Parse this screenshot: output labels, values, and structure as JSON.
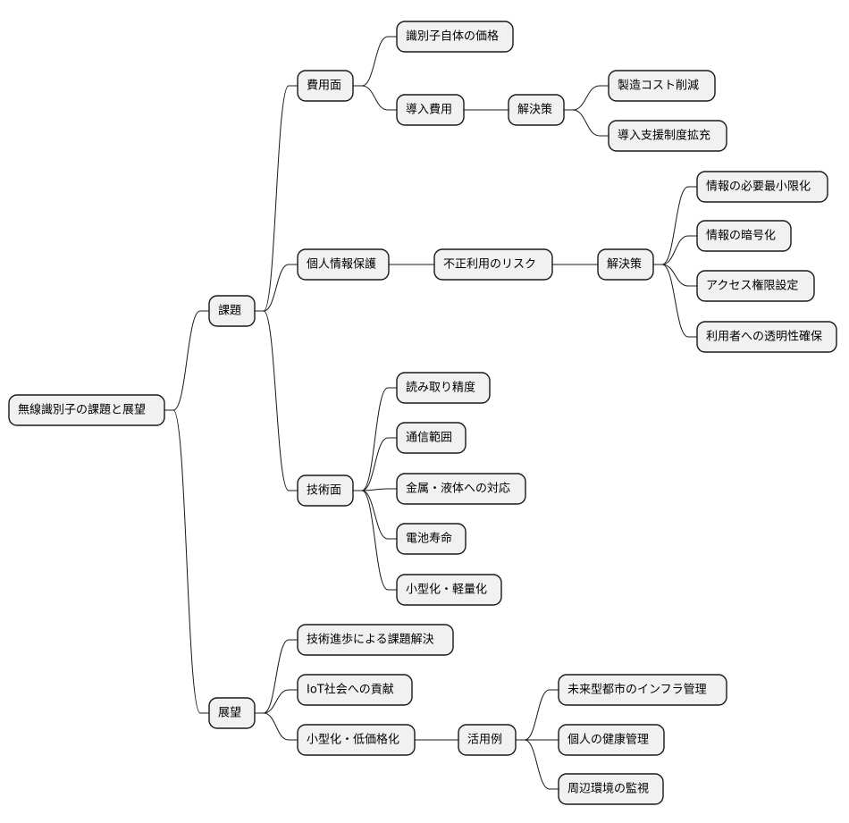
{
  "diagram": {
    "type": "mindmap",
    "root": {
      "id": "root",
      "label": "無線識別子の課題と展望",
      "children": [
        {
          "id": "issues",
          "label": "課題",
          "children": [
            {
              "id": "cost",
              "label": "費用面",
              "children": [
                {
                  "id": "cost-tag-price",
                  "label": "識別子自体の価格"
                },
                {
                  "id": "cost-intro",
                  "label": "導入費用",
                  "children": [
                    {
                      "id": "cost-solution",
                      "label": "解決策",
                      "children": [
                        {
                          "id": "cost-sol-1",
                          "label": "製造コスト削減"
                        },
                        {
                          "id": "cost-sol-2",
                          "label": "導入支援制度拡充"
                        }
                      ]
                    }
                  ]
                }
              ]
            },
            {
              "id": "privacy",
              "label": "個人情報保護",
              "children": [
                {
                  "id": "privacy-risk",
                  "label": "不正利用のリスク",
                  "children": [
                    {
                      "id": "privacy-solution",
                      "label": "解決策",
                      "children": [
                        {
                          "id": "privacy-sol-1",
                          "label": "情報の必要最小限化"
                        },
                        {
                          "id": "privacy-sol-2",
                          "label": "情報の暗号化"
                        },
                        {
                          "id": "privacy-sol-3",
                          "label": "アクセス権限設定"
                        },
                        {
                          "id": "privacy-sol-4",
                          "label": "利用者への透明性確保"
                        }
                      ]
                    }
                  ]
                }
              ]
            },
            {
              "id": "tech",
              "label": "技術面",
              "children": [
                {
                  "id": "tech-1",
                  "label": "読み取り精度"
                },
                {
                  "id": "tech-2",
                  "label": "通信範囲"
                },
                {
                  "id": "tech-3",
                  "label": "金属・液体への対応"
                },
                {
                  "id": "tech-4",
                  "label": "電池寿命"
                },
                {
                  "id": "tech-5",
                  "label": "小型化・軽量化"
                }
              ]
            }
          ]
        },
        {
          "id": "outlook",
          "label": "展望",
          "children": [
            {
              "id": "outlook-1",
              "label": "技術進歩による課題解決"
            },
            {
              "id": "outlook-2",
              "label": "IoT社会への貢献"
            },
            {
              "id": "outlook-3",
              "label": "小型化・低価格化",
              "children": [
                {
                  "id": "usecase",
                  "label": "活用例",
                  "children": [
                    {
                      "id": "usecase-1",
                      "label": "未来型都市のインフラ管理"
                    },
                    {
                      "id": "usecase-2",
                      "label": "個人の健康管理"
                    },
                    {
                      "id": "usecase-3",
                      "label": "周辺環境の監視"
                    }
                  ]
                }
              ]
            }
          ]
        }
      ]
    }
  }
}
